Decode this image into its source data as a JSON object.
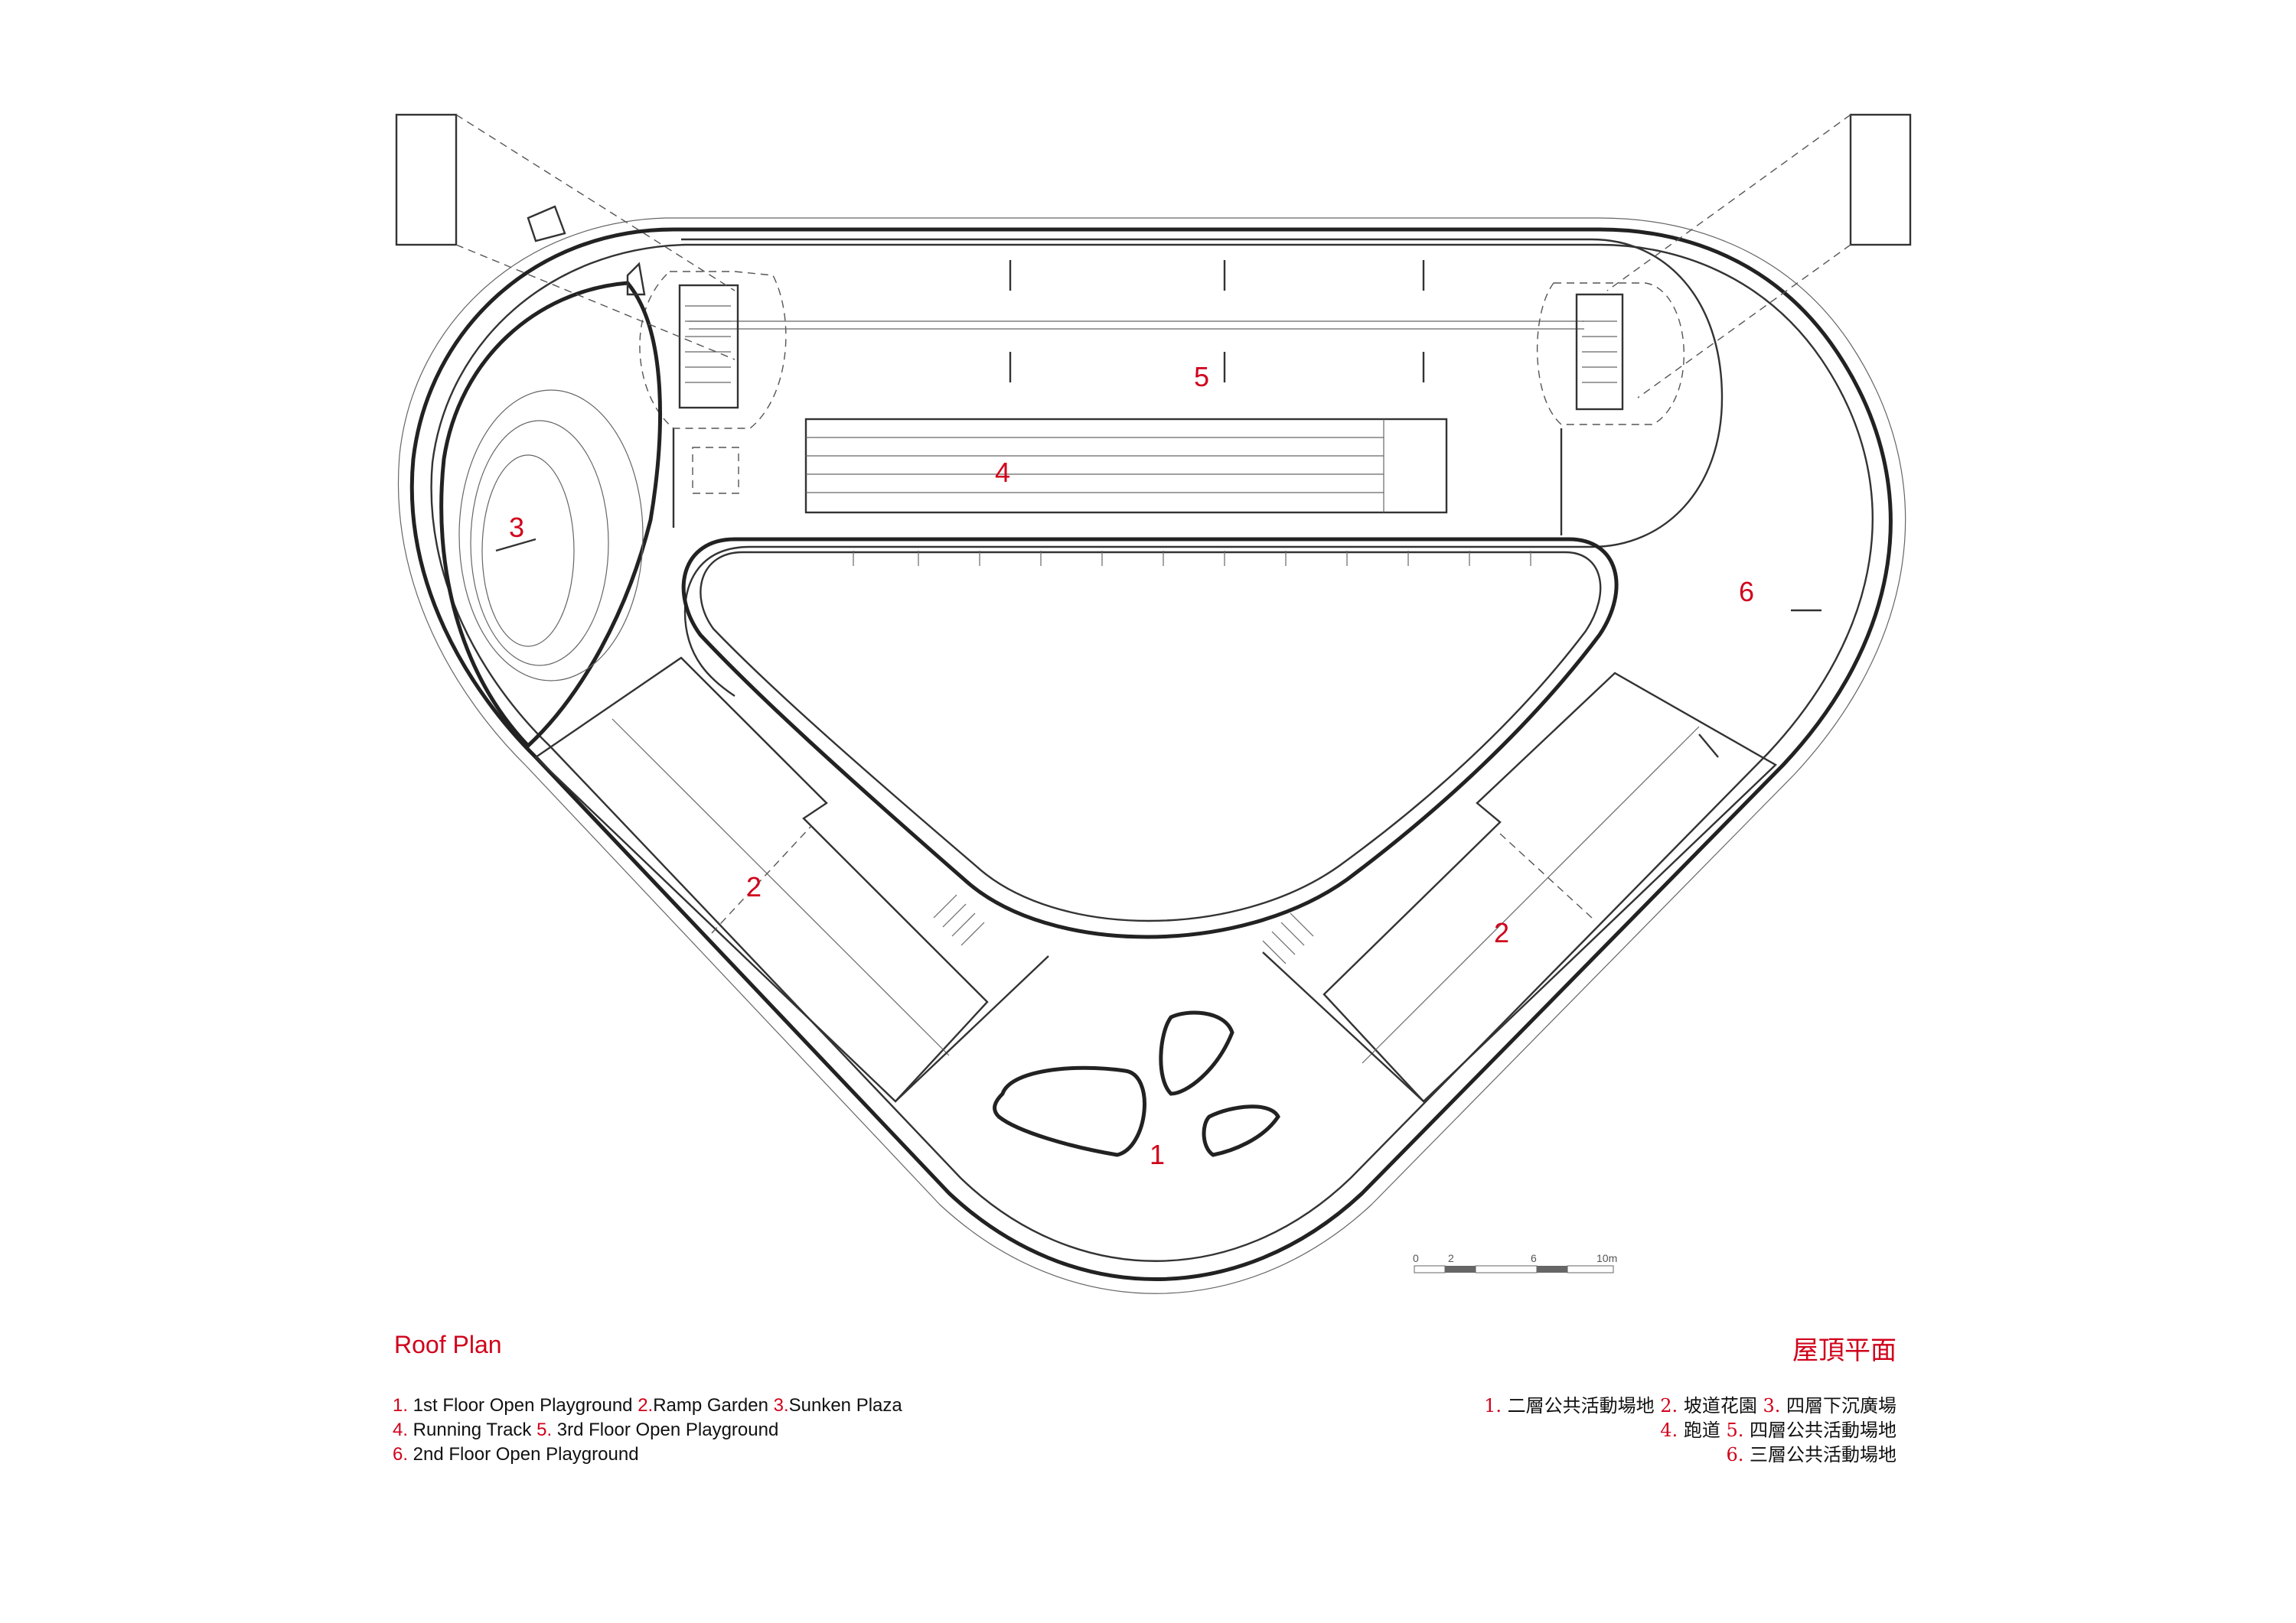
{
  "plan": {
    "zones": [
      {
        "number": "1",
        "name": "1st Floor Open Playground"
      },
      {
        "number": "2",
        "name": "Ramp Garden"
      },
      {
        "number": "2",
        "name": "Ramp Garden"
      },
      {
        "number": "3",
        "name": "Sunken Plaza"
      },
      {
        "number": "4",
        "name": "Running Track"
      },
      {
        "number": "5",
        "name": "3rd Floor Open Playground"
      },
      {
        "number": "6",
        "name": "2nd Floor Open Playground"
      }
    ],
    "scale_bar": {
      "ticks": [
        "0",
        "2",
        "6",
        "10m"
      ]
    }
  },
  "legend": {
    "title_en": "Roof Plan",
    "title_zh": "屋頂平面",
    "lines_en": [
      [
        {
          "num": "1.",
          "text": " 1st Floor Open Playground "
        },
        {
          "num": "2.",
          "text": "Ramp Garden "
        },
        {
          "num": "3.",
          "text": "Sunken Plaza"
        }
      ],
      [
        {
          "num": "4.",
          "text": " Running Track "
        },
        {
          "num": "5.",
          "text": " 3rd Floor Open Playground"
        }
      ],
      [
        {
          "num": "6.",
          "text": " 2nd Floor Open Playground"
        }
      ]
    ],
    "lines_zh": [
      [
        {
          "num": "1.",
          "text": " 二層公共活動場地 "
        },
        {
          "num": "2.",
          "text": " 坡道花園 "
        },
        {
          "num": "3.",
          "text": " 四層下沉廣場"
        }
      ],
      [
        {
          "num": "4.",
          "text": " 跑道 "
        },
        {
          "num": "5.",
          "text": " 四層公共活動場地"
        }
      ],
      [
        {
          "num": "6.",
          "text": " 三層公共活動場地"
        }
      ]
    ]
  },
  "colors": {
    "accent": "#d0021b",
    "line": "#333333",
    "background": "#ffffff"
  }
}
